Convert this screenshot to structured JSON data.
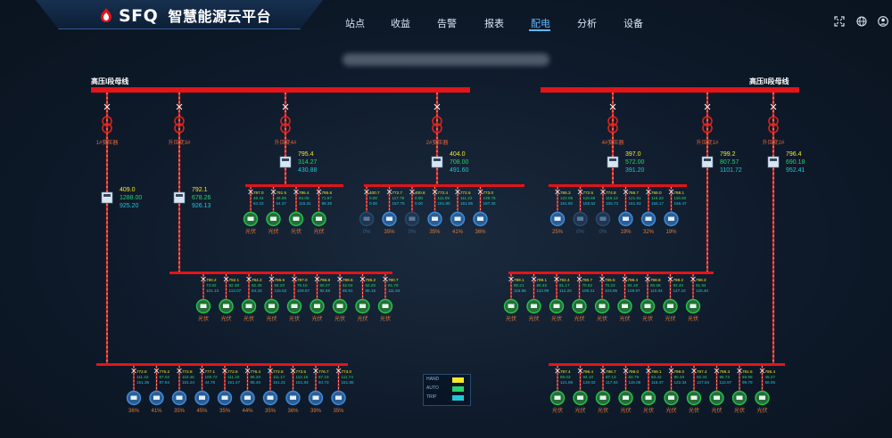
{
  "app": {
    "brand_mark": "SFQ",
    "brand_name": "智慧能源云平台"
  },
  "nav": {
    "items": [
      {
        "label": "站点"
      },
      {
        "label": "收益"
      },
      {
        "label": "告警"
      },
      {
        "label": "报表"
      },
      {
        "label": "配电",
        "active": true
      },
      {
        "label": "分析"
      },
      {
        "label": "设备"
      }
    ]
  },
  "top_icons": [
    "fullscreen-icon",
    "globe-icon",
    "user-icon"
  ],
  "buses": {
    "left_label": "高压I段母线",
    "right_label": "高压II段母线"
  },
  "colors": {
    "bus": "#e3141a",
    "feeder": "#d9241c",
    "pv_ring": "#1fc84a",
    "storage_ring": "#3c8fe0",
    "value_yellow": "#f5e92a",
    "value_green": "#28d36b",
    "value_cyan": "#21c6d6"
  },
  "transformers": [
    {
      "label": "1#变压器"
    },
    {
      "label": "升压变3#"
    },
    {
      "label": "升压变4#"
    },
    {
      "label": "2#变压器"
    },
    {
      "label": "4#变压器"
    },
    {
      "label": "升压变1#"
    },
    {
      "label": "升压变2#"
    }
  ],
  "meters": [
    {
      "v": "409.0",
      "a": "1288.00",
      "p": "925.20"
    },
    {
      "v": "792.1",
      "a": "678.26",
      "p": "926.13"
    },
    {
      "v": "795.4",
      "a": "314.27",
      "p": "430.88"
    },
    {
      "v": "404.0",
      "a": "708.00",
      "p": "491.60"
    },
    {
      "v": "397.0",
      "a": "572.00",
      "p": "391.20"
    },
    {
      "v": "799.2",
      "a": "807.57",
      "p": "1101.72"
    },
    {
      "v": "796.4",
      "a": "690.18",
      "p": "952.41"
    }
  ],
  "groups": [
    {
      "id": "g1",
      "units": [
        {
          "v": "787.0",
          "a": "46.44",
          "p": "64.33",
          "label": "光伏",
          "kind": "pv"
        },
        {
          "v": "791.5",
          "a": "46.95",
          "p": "64.37",
          "label": "光伏",
          "kind": "pv"
        },
        {
          "v": "795.4",
          "a": "84.05",
          "p": "115.31",
          "label": "光伏",
          "kind": "pv"
        },
        {
          "v": "795.6",
          "a": "71.87",
          "p": "98.38",
          "label": "光伏",
          "kind": "pv"
        }
      ]
    },
    {
      "id": "g2",
      "units": [
        {
          "v": "400.7",
          "a": "0.00",
          "p": "0.00",
          "label": "0%",
          "kind": "dim"
        },
        {
          "v": "772.7",
          "a": "117.78",
          "p": "157.76",
          "label": "35%",
          "kind": "storage"
        },
        {
          "v": "400.6",
          "a": "0.00",
          "p": "0.00",
          "label": "0%",
          "kind": "dim"
        },
        {
          "v": "772.4",
          "a": "111.09",
          "p": "151.80",
          "label": "35%",
          "kind": "storage"
        },
        {
          "v": "772.6",
          "a": "111.22",
          "p": "151.85",
          "label": "41%",
          "kind": "storage"
        },
        {
          "v": "773.0",
          "a": "139.76",
          "p": "187.26",
          "label": "36%",
          "kind": "storage"
        }
      ]
    },
    {
      "id": "g3",
      "units": [
        {
          "v": "765.3",
          "a": "122.08",
          "p": "161.60",
          "label": "25%",
          "kind": "storage"
        },
        {
          "v": "772.5",
          "a": "116.69",
          "p": "155.52",
          "label": "0%",
          "kind": "dim"
        },
        {
          "v": "774.8",
          "a": "116.13",
          "p": "155.73",
          "label": "0%",
          "kind": "dim"
        },
        {
          "v": "766.7",
          "a": "121.61",
          "p": "161.63",
          "label": "19%",
          "kind": "storage"
        },
        {
          "v": "766.0",
          "a": "116.23",
          "p": "155.17",
          "label": "32%",
          "kind": "storage"
        },
        {
          "v": "768.1",
          "a": "116.60",
          "p": "155.47",
          "label": "19%",
          "kind": "storage"
        }
      ]
    },
    {
      "id": "g4",
      "units": [
        {
          "v": "790.2",
          "a": "73.82",
          "p": "101.13",
          "label": "光伏",
          "kind": "pv"
        },
        {
          "v": "792.1",
          "a": "82.38",
          "p": "113.07",
          "label": "光伏",
          "kind": "pv"
        },
        {
          "v": "794.2",
          "a": "62.38",
          "p": "84.33",
          "label": "光伏",
          "kind": "pv"
        },
        {
          "v": "796.6",
          "a": "84.20",
          "p": "115.52",
          "label": "光伏",
          "kind": "pv"
        },
        {
          "v": "797.0",
          "a": "76.10",
          "p": "109.57",
          "label": "光伏",
          "kind": "pv"
        },
        {
          "v": "796.8",
          "a": "60.27",
          "p": "82.58",
          "label": "光伏",
          "kind": "pv"
        },
        {
          "v": "799.6",
          "a": "62.04",
          "p": "85.91",
          "label": "光伏",
          "kind": "pv"
        },
        {
          "v": "796.2",
          "a": "62.20",
          "p": "85.15",
          "label": "光伏",
          "kind": "pv"
        },
        {
          "v": "790.7",
          "a": "81.78",
          "p": "111.94",
          "label": "光伏",
          "kind": "pv"
        }
      ]
    },
    {
      "id": "g5",
      "units": [
        {
          "v": "799.1",
          "a": "80.21",
          "p": "116.68",
          "label": "光伏",
          "kind": "pv"
        },
        {
          "v": "799.1",
          "a": "80.32",
          "p": "110.99",
          "label": "光伏",
          "kind": "pv"
        },
        {
          "v": "792.4",
          "a": "81.17",
          "p": "112.20",
          "label": "光伏",
          "kind": "pv"
        },
        {
          "v": "790.7",
          "a": "70.52",
          "p": "106.21",
          "label": "光伏",
          "kind": "pv"
        },
        {
          "v": "795.5",
          "a": "75.23",
          "p": "103.85",
          "label": "光伏",
          "kind": "pv"
        },
        {
          "v": "798.4",
          "a": "94.18",
          "p": "129.67",
          "label": "光伏",
          "kind": "pv"
        },
        {
          "v": "798.8",
          "a": "80.66",
          "p": "110.04",
          "label": "光伏",
          "kind": "pv"
        },
        {
          "v": "798.2",
          "a": "92.40",
          "p": "127.10",
          "label": "光伏",
          "kind": "pv"
        },
        {
          "v": "798.3",
          "a": "91.94",
          "p": "125.40",
          "label": "光伏",
          "kind": "pv"
        }
      ]
    },
    {
      "id": "g6",
      "units": [
        {
          "v": "772.8",
          "a": "111.42",
          "p": "151.35",
          "label": "36%",
          "kind": "storage"
        },
        {
          "v": "776.2",
          "a": "67.02",
          "p": "87.94",
          "label": "41%",
          "kind": "storage"
        },
        {
          "v": "772.8",
          "a": "110.46",
          "p": "151.24",
          "label": "35%",
          "kind": "storage"
        },
        {
          "v": "777.1",
          "a": "100.72",
          "p": "44.78",
          "label": "45%",
          "kind": "storage"
        },
        {
          "v": "772.6",
          "a": "111.20",
          "p": "151.47",
          "label": "35%",
          "kind": "storage"
        },
        {
          "v": "776.4",
          "a": "66.20",
          "p": "85.40",
          "label": "44%",
          "kind": "storage"
        },
        {
          "v": "772.8",
          "a": "111.17",
          "p": "151.21",
          "label": "35%",
          "kind": "storage"
        },
        {
          "v": "773.5",
          "a": "112.18",
          "p": "151.83",
          "label": "36%",
          "kind": "storage"
        },
        {
          "v": "776.7",
          "a": "67.19",
          "p": "84.73",
          "label": "39%",
          "kind": "storage"
        },
        {
          "v": "773.0",
          "a": "111.74",
          "p": "151.85",
          "label": "35%",
          "kind": "storage"
        }
      ]
    },
    {
      "id": "g7",
      "units": [
        {
          "v": "797.4",
          "a": "88.03",
          "p": "121.69",
          "label": "光伏",
          "kind": "pv"
        },
        {
          "v": "796.4",
          "a": "94.10",
          "p": "130.02",
          "label": "光伏",
          "kind": "pv"
        },
        {
          "v": "796.7",
          "a": "87.13",
          "p": "117.04",
          "label": "光伏",
          "kind": "pv"
        },
        {
          "v": "798.0",
          "a": "83.79",
          "p": "115.06",
          "label": "光伏",
          "kind": "pv"
        },
        {
          "v": "799.1",
          "a": "83.42",
          "p": "115.47",
          "label": "光伏",
          "kind": "pv"
        },
        {
          "v": "799.0",
          "a": "90.48",
          "p": "122.34",
          "label": "光伏",
          "kind": "pv"
        },
        {
          "v": "797.4",
          "a": "92.34",
          "p": "127.84",
          "label": "光伏",
          "kind": "pv"
        },
        {
          "v": "799.3",
          "a": "95.73",
          "p": "112.87",
          "label": "光伏",
          "kind": "pv"
        },
        {
          "v": "791.5",
          "a": "69.98",
          "p": "99.79",
          "label": "光伏",
          "kind": "pv"
        },
        {
          "v": "795.4",
          "a": "45.27",
          "p": "58.05",
          "label": "光伏",
          "kind": "pv"
        }
      ]
    }
  ],
  "legend": [
    {
      "label": "HAND",
      "color": "#f5e92a"
    },
    {
      "label": "AUTO",
      "color": "#28d36b"
    },
    {
      "label": "TRIP",
      "color": "#21c6d6"
    }
  ]
}
